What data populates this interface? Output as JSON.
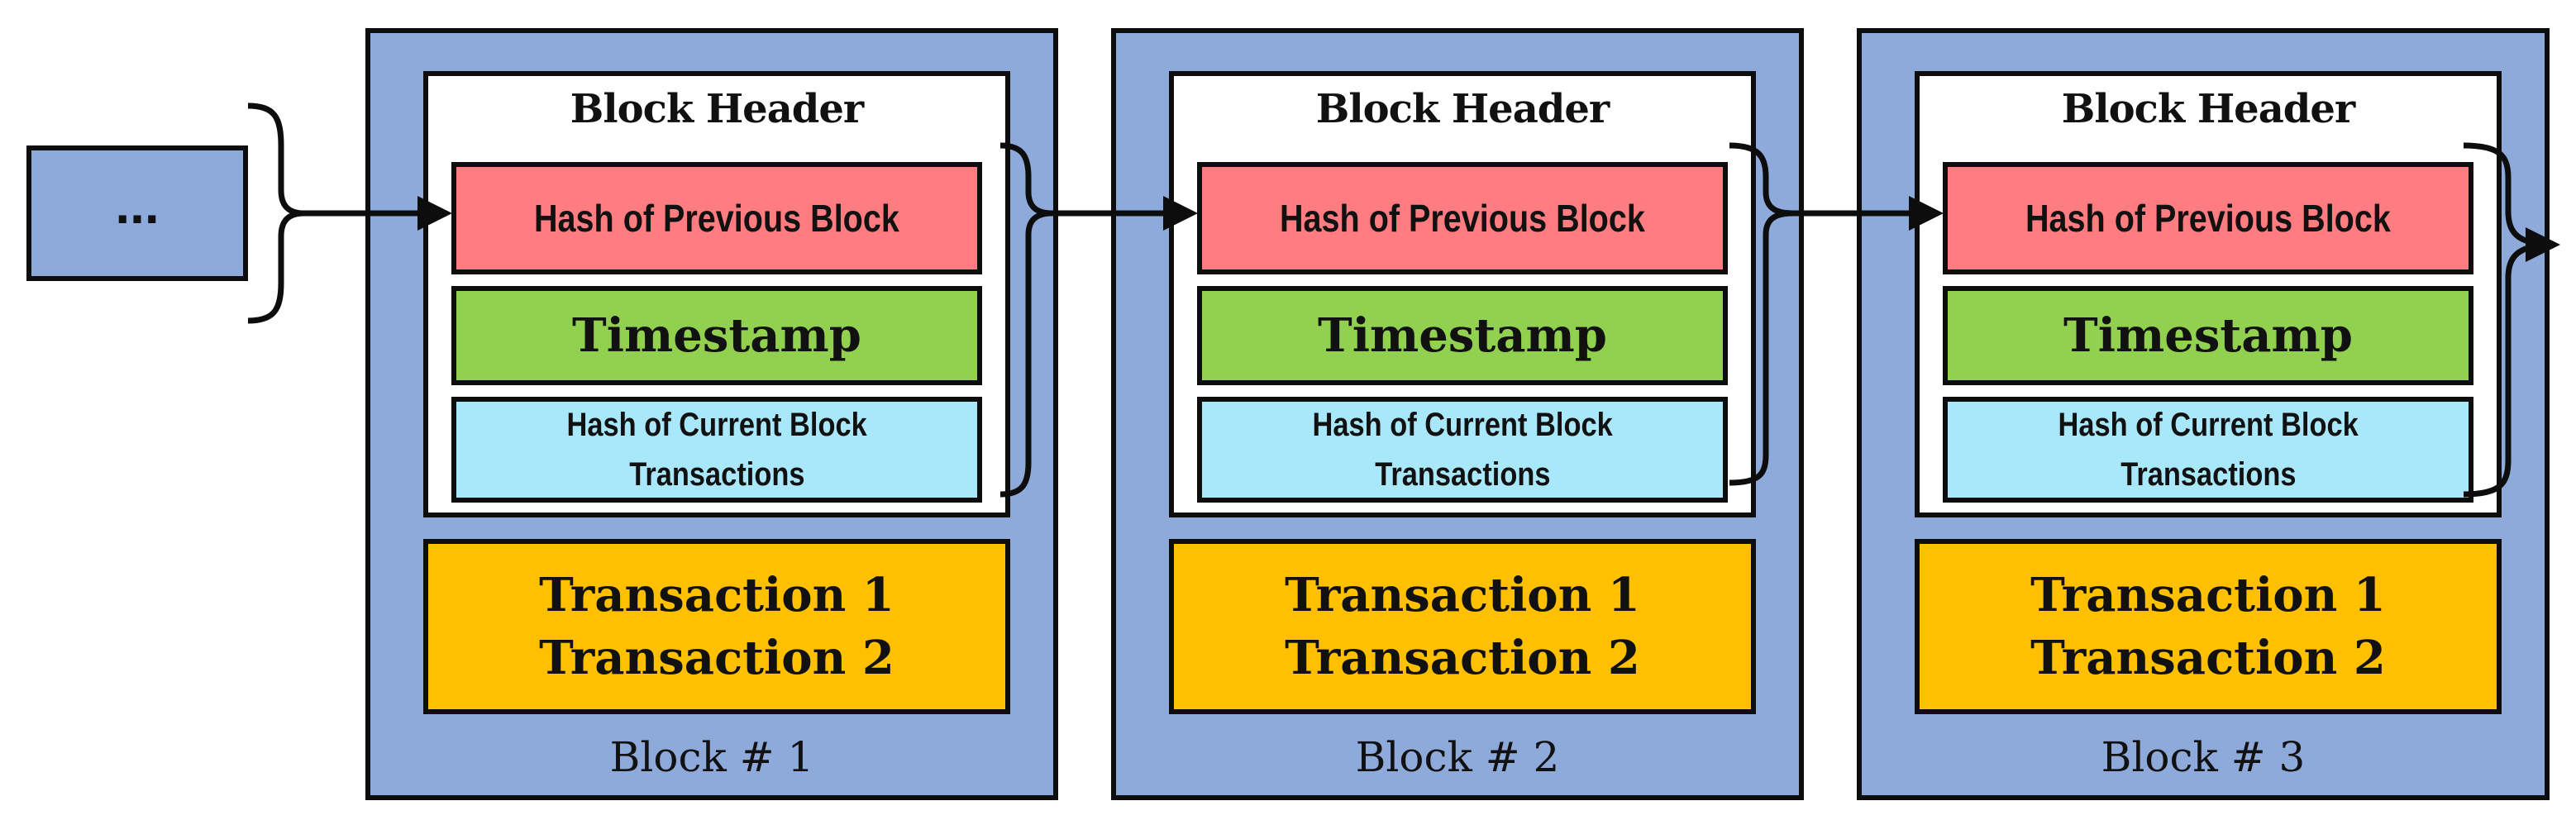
{
  "previous_block": {
    "label": "..."
  },
  "header_title": "Block Header",
  "fields": {
    "prev_hash": "Hash of Previous Block",
    "timestamp": "Timestamp",
    "current_hash_line1": "Hash of Current Block",
    "current_hash_line2": "Transactions"
  },
  "transactions": [
    "Transaction 1",
    "Transaction 2"
  ],
  "blocks": [
    {
      "label": "Block # 1"
    },
    {
      "label": "Block # 2"
    },
    {
      "label": "Block # 3"
    }
  ],
  "colors": {
    "block_bg": "#8eaadb",
    "prev_hash_bg": "#ff7c80",
    "timestamp_bg": "#92d050",
    "current_hash_bg": "#a9e7fb",
    "transactions_bg": "#ffc000",
    "outline": "#0d0d0d"
  }
}
